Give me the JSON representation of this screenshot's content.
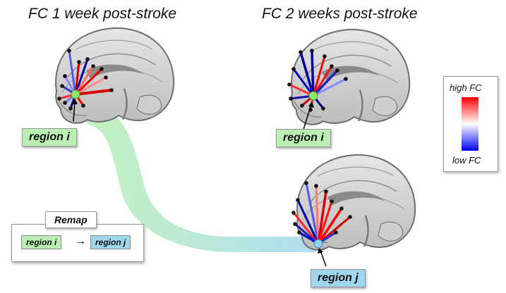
{
  "titles": {
    "left": "FC 1 week post-stroke",
    "right": "FC 2 weeks post-stroke"
  },
  "labels": {
    "region_i_week1": "region i",
    "region_i_week2": "region i",
    "region_j": "region j"
  },
  "remap": {
    "title": "Remap",
    "from": "region i",
    "arrow": "→",
    "to": "region j"
  },
  "legend": {
    "high": "high FC",
    "low": "low FC"
  },
  "colors": {
    "high_fc": "#ff0000",
    "low_fc": "#0000cc",
    "region_i_fill": "#b9f0b2",
    "region_j_fill": "#9fd6ec",
    "node_i": "#8ee86a",
    "node_j": "#8fd4f0"
  }
}
